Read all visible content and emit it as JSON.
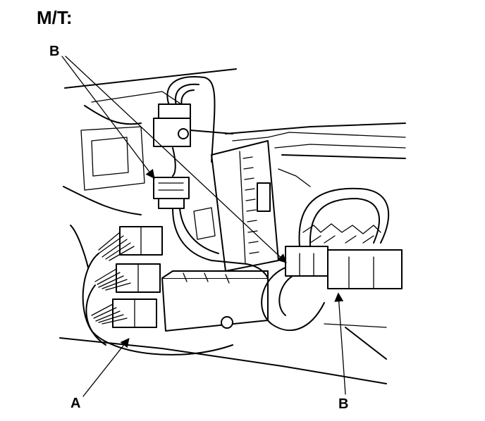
{
  "title": "M/T:",
  "callouts": {
    "b_top": "B",
    "a": "A",
    "b_bottom": "B"
  }
}
